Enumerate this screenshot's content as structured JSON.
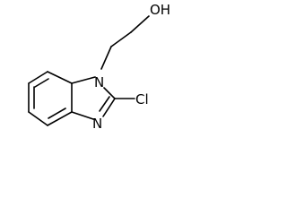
{
  "molecule": {
    "labels": {
      "hydroxyl": "OH",
      "ring_nitrogen_1": "N",
      "ring_nitrogen_2": "N",
      "chlorine": "Cl"
    },
    "colors": {
      "bond": "#000000",
      "label": "#000000",
      "background": "#ffffff"
    }
  }
}
